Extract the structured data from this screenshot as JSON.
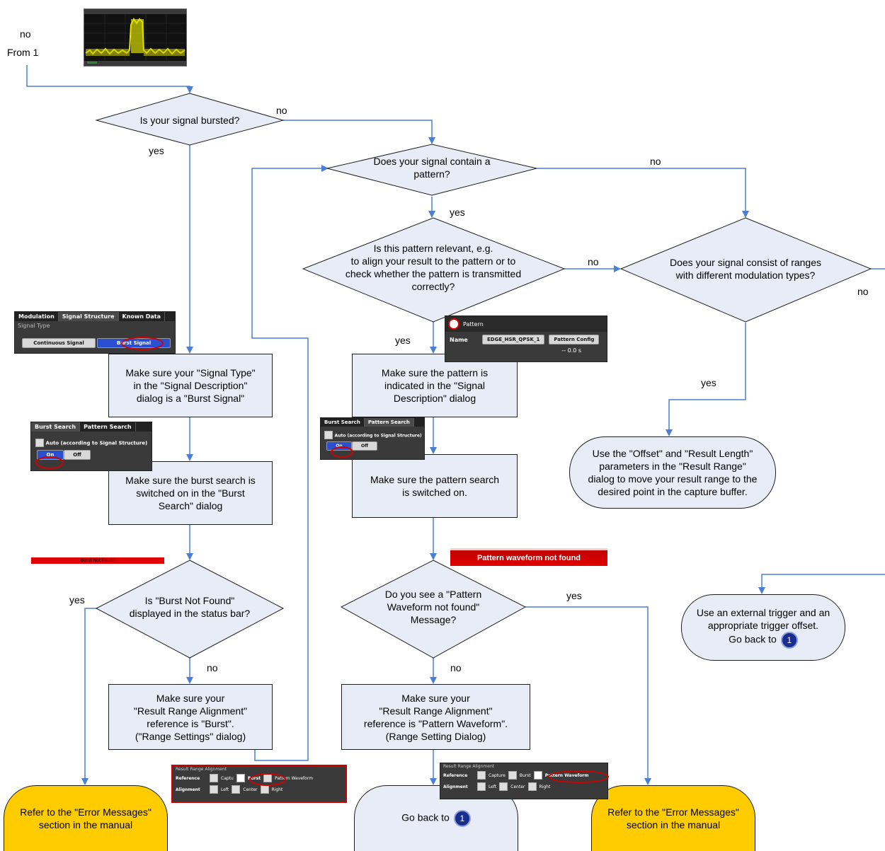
{
  "top": {
    "no_label": "no",
    "from_label": "From 1"
  },
  "decisions": {
    "bursted": "Is your signal bursted?",
    "pattern_line1": "Does your signal contain a",
    "pattern_line2": "pattern?",
    "relevant_line1": "Is this pattern relevant, e.g.",
    "relevant_line2": "to align your result to the pattern or to",
    "relevant_line3": "check whether the pattern is transmitted",
    "relevant_line4": "correctly?",
    "ranges_line1": "Does your signal consist of ranges",
    "ranges_line2": "with different modulation types?",
    "burst_nf_line1": "Is \"Burst Not Found\"",
    "burst_nf_line2": "displayed in the status bar?",
    "pattern_nf_line1": "Do you see a \"Pattern",
    "pattern_nf_line2": "Waveform not found\"",
    "pattern_nf_line3": "Message?"
  },
  "actions": {
    "signal_type": [
      "Make sure your \"Signal Type\"",
      "in the \"Signal Description\"",
      "dialog is a \"Burst Signal\""
    ],
    "burst_search": [
      "Make sure the burst search is",
      "switched on in the \"Burst",
      "Search\" dialog"
    ],
    "burst_align": [
      "Make sure your",
      "\"Result Range Alignment\"",
      "reference is \"Burst\".",
      "(\"Range Settings\" dialog)"
    ],
    "pattern_indicated": [
      "Make sure the pattern is",
      "indicated in the \"Signal",
      "Description\" dialog"
    ],
    "pattern_search": [
      "Make sure the pattern search",
      "is switched on."
    ],
    "pattern_align": [
      "Make sure your",
      "\"Result Range Alignment\"",
      "reference is \"Pattern Waveform\".",
      "(Range Setting Dialog)"
    ]
  },
  "terminals": {
    "offset": [
      "Use the \"Offset\" and \"Result Length\"",
      "parameters in the \"Result Range\"",
      "dialog to move your result range to the",
      "desired point in the capture buffer."
    ],
    "trigger_line1": "Use an external trigger and an",
    "trigger_line2": "appropriate trigger offset.",
    "trigger_line3": "Go back to",
    "trigger_num": "1",
    "goback": "Go back to",
    "goback_num": "1",
    "error_left": [
      "Refer to the \"Error Messages\"",
      "section in the manual"
    ],
    "error_right": [
      "Refer to the \"Error Messages\"",
      "section in the manual"
    ]
  },
  "edge_labels": {
    "no_bursted": "no",
    "yes_bursted": "yes",
    "no_pattern": "no",
    "yes_pattern": "yes",
    "no_relevant": "no",
    "yes_relevant": "yes",
    "no_ranges": "no",
    "yes_ranges": "yes",
    "yes_burst_nf": "yes",
    "no_burst_nf": "no",
    "yes_pattern_nf": "yes",
    "no_pattern_nf": "no"
  },
  "widgets": {
    "signal_structure": {
      "tabs": [
        "Modulation",
        "Signal Structure",
        "Known Data"
      ],
      "section": "Signal Type",
      "btn_cont": "Continuous Signal",
      "btn_burst": "Burst Signal"
    },
    "burst_search": {
      "tabs": [
        "Burst Search",
        "Pattern Search"
      ],
      "auto": "Auto (according to Signal Structure)",
      "on": "On",
      "off": "Off"
    },
    "pattern_search": {
      "tabs": [
        "Burst Search",
        "Pattern Search"
      ],
      "auto": "Auto (according to Signal Structure)",
      "on": "On",
      "off": "Off"
    },
    "pattern": {
      "title": "Pattern",
      "name_label": "Name",
      "name_value": "EDGE_HSR_QPSK_1",
      "config_btn": "Pattern Config",
      "time": "-- 0.0 s"
    },
    "burst_not_found": "Burst Not Found",
    "pattern_not_found": "Pattern waveform not found",
    "rra_left": {
      "title": "Result Range Alignment",
      "reference": "Reference",
      "alignment": "Alignment",
      "capture": "Captu",
      "burst": "Burst",
      "pattern": "Pattern Waveform",
      "left": "Left",
      "center": "Center",
      "right": "Right"
    },
    "rra_right": {
      "title": "Result Range Alignment",
      "reference": "Reference",
      "alignment": "Alignment",
      "capture": "Capture",
      "burst": "Burst",
      "pattern": "Pattern Waveform",
      "left": "Left",
      "center": "Center",
      "right": "Right"
    }
  },
  "colors": {
    "node_fill": "#e8ecf6",
    "terminal_yellow": "#ffcc00",
    "arrow": "#4a7fd4",
    "number_badge": "#1a2d8c"
  }
}
